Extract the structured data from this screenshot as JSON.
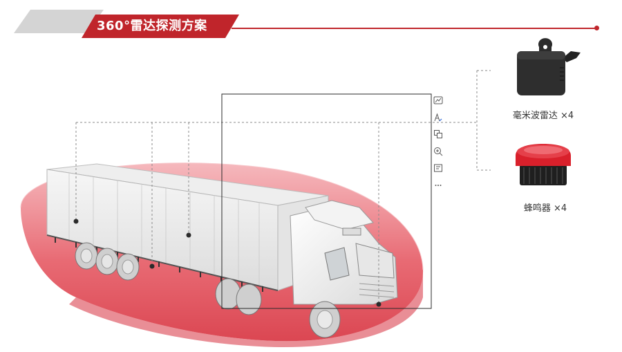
{
  "header": {
    "title": "360°雷达探测方案"
  },
  "toolbar": {
    "tools": [
      "image-edit-icon",
      "text-style-icon",
      "copy-image-icon",
      "zoom-in-icon",
      "extract-text-icon",
      "more-icon"
    ]
  },
  "products": [
    {
      "label": "毫米波雷达 ×4"
    },
    {
      "label": "蜂鸣器 ×4"
    }
  ],
  "colors": {
    "brand_red": "#c0252b",
    "detection_zone": "#e0434e",
    "banner_gray": "#d4d4d4"
  }
}
